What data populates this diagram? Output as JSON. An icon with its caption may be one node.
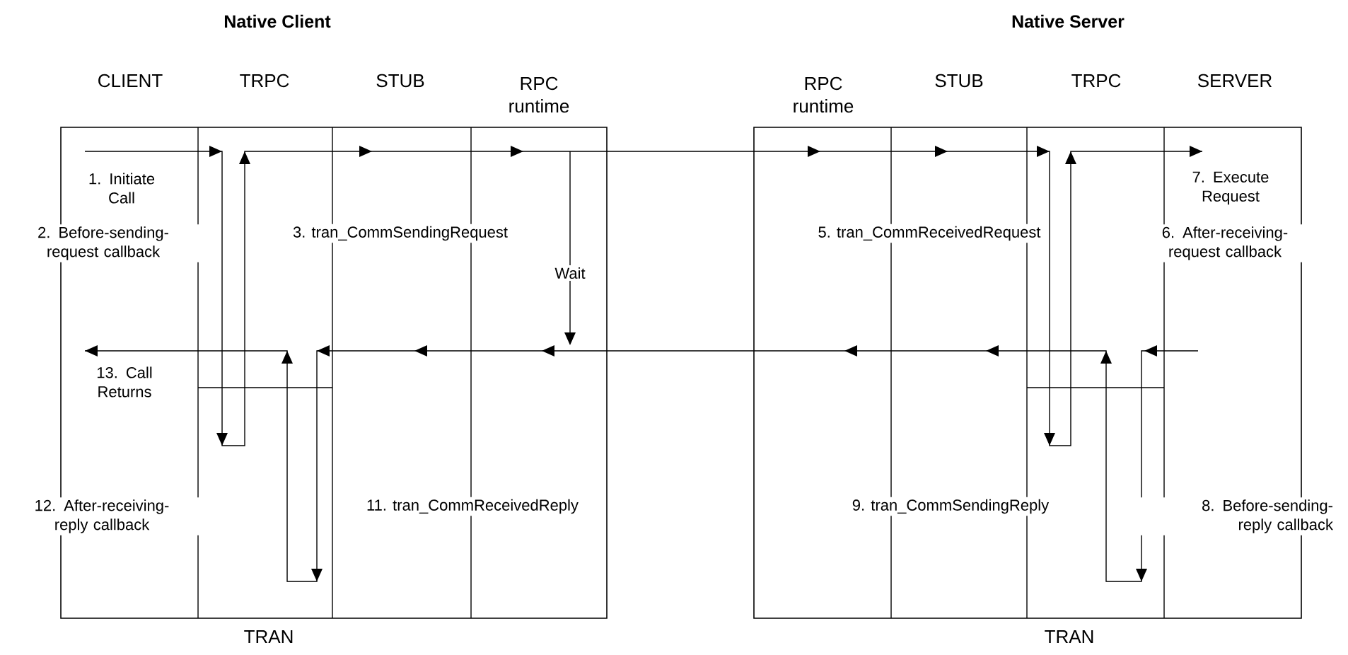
{
  "diagram": {
    "labels": [
      "Native Client",
      "Native Server",
      "CLIENT",
      "TRPC",
      "STUB",
      "RPC runtime",
      "RPC runtime",
      "STUB",
      "TRPC",
      "SERVER",
      "1. Initiate Call",
      "7. Execute Request",
      "2. Before-sending-request callback",
      "3. tran_CommSendingRequest",
      "5. tran_CommReceivedRequest",
      "6. After-receiving-request callback",
      "Wait",
      "13. Call Returns",
      "12. After-receiving-reply callback",
      "11. tran_CommReceivedReply",
      "9. tran_CommSendingReply",
      "8. Before-sending-reply callback",
      "TRAN",
      "TRAN"
    ]
  }
}
